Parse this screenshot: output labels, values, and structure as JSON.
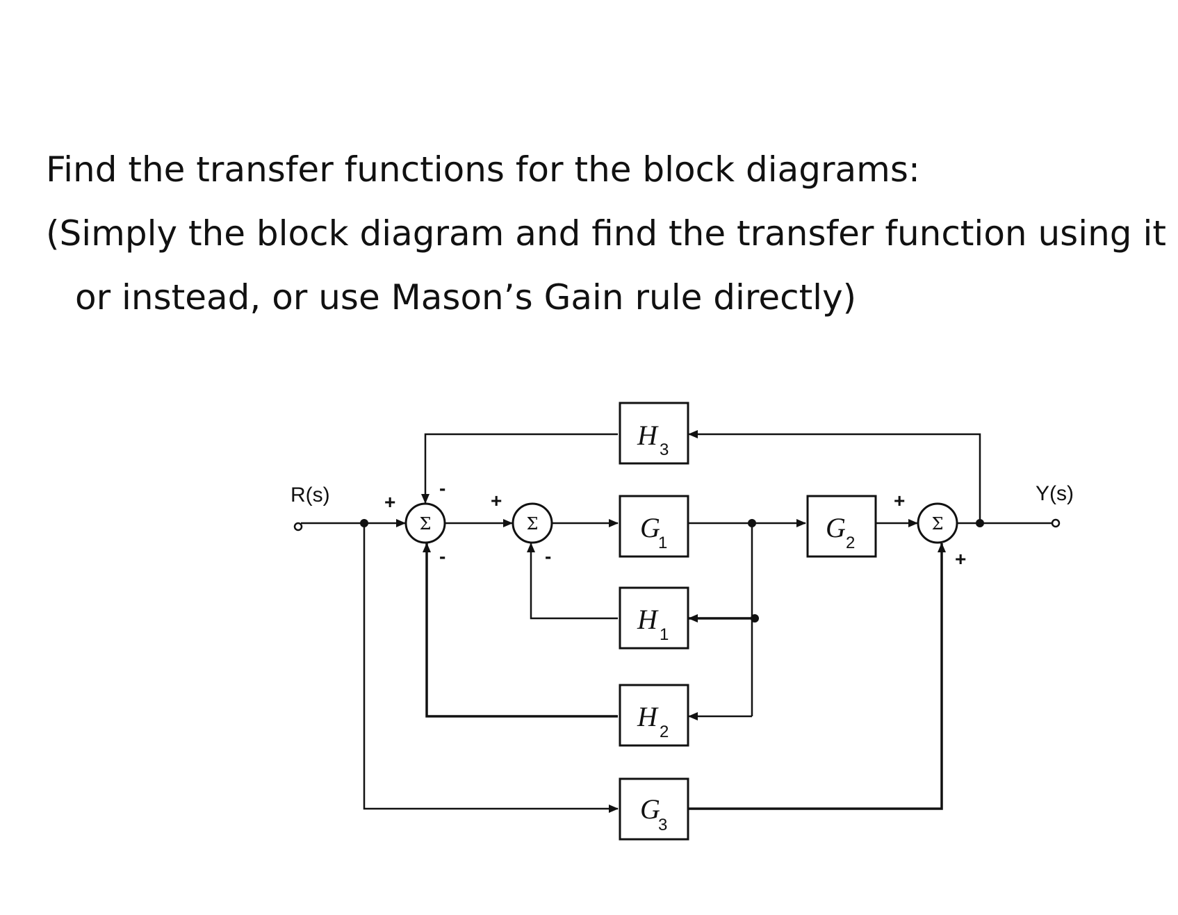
{
  "problem": {
    "line1": "Find the transfer functions for the block diagrams:",
    "line2": "(Simply the block diagram and find the transfer function using it",
    "line3": "or instead, or use Mason’s Gain rule directly)"
  },
  "diagram": {
    "input_label": "R(s)",
    "output_label": "Y(s)",
    "sum_symbol": "Σ",
    "blocks": {
      "H3": {
        "main": "H",
        "sub": "3"
      },
      "G1": {
        "main": "G",
        "sub": "1"
      },
      "H1": {
        "main": "H",
        "sub": "1"
      },
      "H2": {
        "main": "H",
        "sub": "2"
      },
      "G2": {
        "main": "G",
        "sub": "2"
      },
      "G3": {
        "main": "G",
        "sub": "3"
      }
    },
    "signs": {
      "sum1_plus": "+",
      "sum1_minus_top": "-",
      "sum1_minus_bottom": "-",
      "sum2_plus": "+",
      "sum2_minus": "-",
      "sum3_plus_left": "+",
      "sum3_plus_bottom": "+"
    }
  }
}
